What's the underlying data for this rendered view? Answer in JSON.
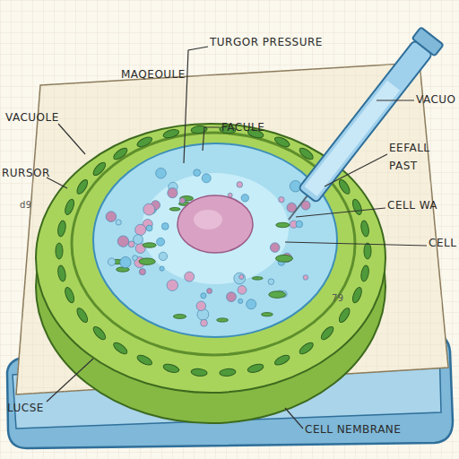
{
  "diagram": {
    "labels": [
      "TURGOR PRESSURE",
      "MAQEOULE",
      "FACULE",
      "VACUOLE",
      "VACUO",
      "RURSOR",
      "d9",
      "EEFALL",
      "PAST",
      "CELL WA",
      "CELL",
      "79",
      "LUCSE",
      "CELL NEMBRANE"
    ]
  }
}
